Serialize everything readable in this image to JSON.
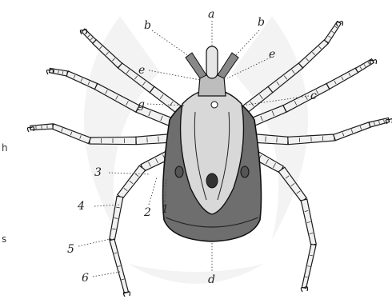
{
  "labels": {
    "a": "a",
    "b": "b",
    "c": "c",
    "d": "d",
    "e": "e",
    "g": "g",
    "n1": "1",
    "n2": "2",
    "n3": "3",
    "n4": "4",
    "n5": "5",
    "n6": "6"
  },
  "edge_text": {
    "left_top": "h",
    "left_bottom": "s"
  },
  "colors": {
    "ink": "#1a1a1a",
    "body_fill": "#6e6e6e",
    "scutum_fill": "#d8d8d8",
    "watermark": "#f0f0f0"
  }
}
